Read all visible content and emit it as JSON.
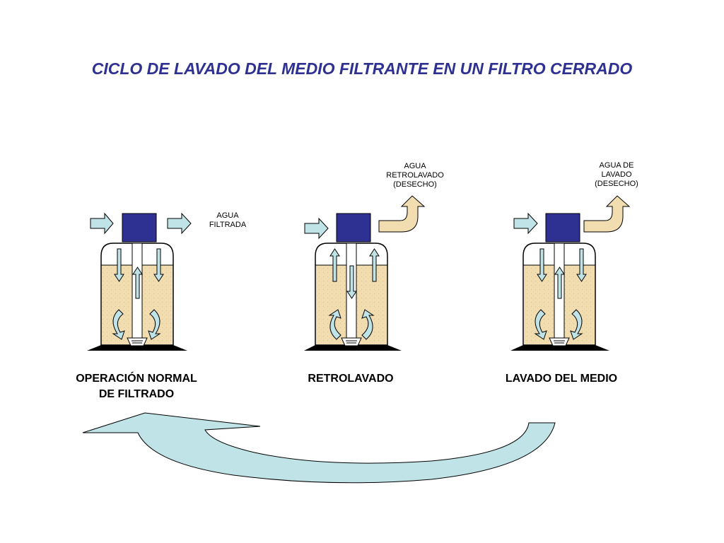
{
  "title": "CICLO DE LAVADO DEL MEDIO FILTRANTE EN UN FILTRO CERRADO",
  "stages": [
    {
      "label_line1": "OPERACIÓN NORMAL",
      "label_line2": "DE FILTRADO",
      "annotation_lines": [
        "AGUA",
        "FILTRADA"
      ]
    },
    {
      "label_line1": "RETROLAVADO",
      "label_line2": "",
      "annotation_lines": [
        "AGUA",
        "RETROLAVADO",
        "(DESECHO)"
      ]
    },
    {
      "label_line1": "LAVADO DEL MEDIO",
      "label_line2": "",
      "annotation_lines": [
        "AGUA DE",
        "LAVADO",
        "(DESECHO)"
      ]
    }
  ],
  "colors": {
    "title": "#2E3192",
    "valve": "#2E3192",
    "media": "#F2DDB0",
    "arrow_fill": "#BFE3E6",
    "cycle_arrow": "#BFE3E6",
    "outlet_pipe": "#F2DDB0",
    "base": "#000000"
  }
}
